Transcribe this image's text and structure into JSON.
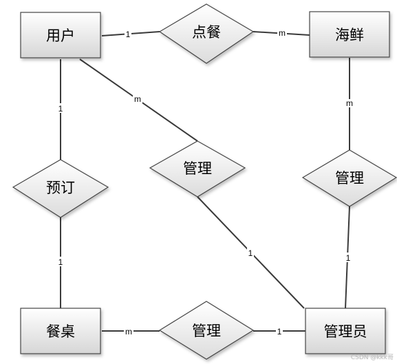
{
  "entities": {
    "user": "用户",
    "seafood": "海鲜",
    "table": "餐桌",
    "admin": "管理员"
  },
  "relationships": {
    "order": "点餐",
    "reserve": "预订",
    "manage_user": "管理",
    "manage_seafood": "管理",
    "manage_table": "管理"
  },
  "cardinalities": {
    "user_order": "1",
    "order_seafood": "m",
    "user_manage": "m",
    "user_reserve": "1",
    "reserve_table": "1",
    "manage_admin": "1",
    "seafood_manage": "m",
    "manage_seafood_admin": "1",
    "table_manage": "m",
    "manage_table_admin": "1"
  },
  "watermark": "CSDN @kkk哥",
  "colors": {
    "entity_fill_top": "#ffffff",
    "entity_fill_bottom": "#d9d9d9",
    "line": "#3a3a3a"
  }
}
